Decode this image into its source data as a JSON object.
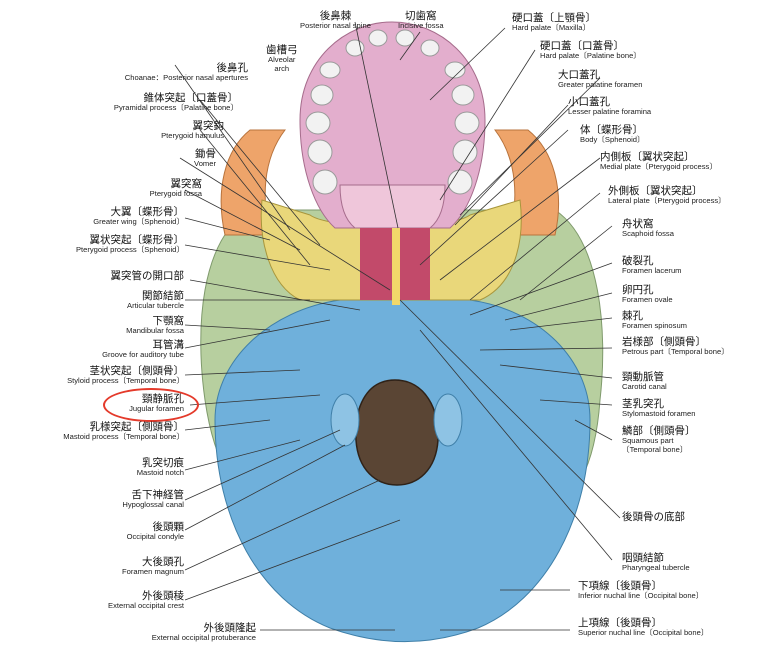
{
  "colors": {
    "occipital": "#6fb0db",
    "temporal": "#b7cf9f",
    "sphenoid": "#e9d77a",
    "palatine": "#e5b6cd",
    "maxilla": "#e3aecd",
    "zygomatic": "#eea46a",
    "vomer": "#f2d86a",
    "teeth": "#f2f2f2",
    "highlight": "#e43a2b",
    "leader": "#333333"
  },
  "labels": {
    "posterior_nasal_spine": {
      "jp": "後鼻棘",
      "en": "Posterior nasal spine"
    },
    "incisive_fossa": {
      "jp": "切歯窩",
      "en": "Incisive fossa"
    },
    "alveolar_arch": {
      "jp": "歯槽弓",
      "en1": "Alveolar",
      "en2": "arch"
    },
    "choanae": {
      "jp": "後鼻孔",
      "en": "Choanae：Posterior nasal apertures"
    },
    "pyramidal_process": {
      "jp": "錐体突起〔口蓋骨〕",
      "en": "Pyramidal process〔Palatine bone〕"
    },
    "pterygoid_hamulus": {
      "jp": "翼突鈎",
      "en": "Pterygoid hamulus"
    },
    "vomer": {
      "jp": "鋤骨",
      "en": "Vomer"
    },
    "pterygoid_fossa": {
      "jp": "翼突窩",
      "en": "Pterygoid fossa"
    },
    "greater_wing": {
      "jp": "大翼〔蝶形骨〕",
      "en": "Greater wing〔Sphenoid〕"
    },
    "pterygoid_process": {
      "jp": "翼状突起〔蝶形骨〕",
      "en": "Pterygoid process〔Sphenoid〕"
    },
    "pterygoid_canal": {
      "jp": "翼突管の開口部"
    },
    "articular_tubercle": {
      "jp": "関節結節",
      "en": "Articular tubercle"
    },
    "mandibular_fossa": {
      "jp": "下顎窩",
      "en": "Mandibular fossa"
    },
    "auditory_groove": {
      "jp": "耳管溝",
      "en": "Groove for auditory tube"
    },
    "styloid_process": {
      "jp": "茎状突起〔側頭骨〕",
      "en": "Styloid process〔Temporal bone〕"
    },
    "jugular_foramen": {
      "jp": "頸静脈孔",
      "en": "Jugular foramen"
    },
    "mastoid_process": {
      "jp": "乳様突起〔側頭骨〕",
      "en": "Mastoid process〔Temporal bone〕"
    },
    "mastoid_notch": {
      "jp": "乳突切痕",
      "en": "Mastoid notch"
    },
    "hypoglossal_canal": {
      "jp": "舌下神経管",
      "en": "Hypoglossal canal"
    },
    "occipital_condyle": {
      "jp": "後頭顆",
      "en": "Occipital condyle"
    },
    "foramen_magnum": {
      "jp": "大後頭孔",
      "en": "Foramen magnum"
    },
    "ext_occ_crest": {
      "jp": "外後頭稜",
      "en": "External occipital crest"
    },
    "ext_occ_protuberance": {
      "jp": "外後頭隆起",
      "en": "External occipital protuberance"
    },
    "hard_palate_maxilla": {
      "jp": "硬口蓋〔上顎骨〕",
      "en": "Hard palate〔Maxilla〕"
    },
    "hard_palate_palatine": {
      "jp": "硬口蓋〔口蓋骨〕",
      "en": "Hard palate〔Palatine bone〕"
    },
    "greater_palatine_foramen": {
      "jp": "大口蓋孔",
      "en": "Greater palatine foramen"
    },
    "lesser_palatine_foramina": {
      "jp": "小口蓋孔",
      "en": "Lesser palatine foramina"
    },
    "sphenoid_body": {
      "jp": "体〔蝶形骨〕",
      "en": "Body〔Sphenoid〕"
    },
    "medial_plate": {
      "jp": "内側板〔翼状突起〕",
      "en": "Medial plate〔Pterygoid process〕"
    },
    "lateral_plate": {
      "jp": "外側板〔翼状突起〕",
      "en": "Lateral plate〔Pterygoid process〕"
    },
    "scaphoid_fossa": {
      "jp": "舟状窩",
      "en": "Scaphoid fossa"
    },
    "foramen_lacerum": {
      "jp": "破裂孔",
      "en": "Foramen lacerum"
    },
    "foramen_ovale": {
      "jp": "卵円孔",
      "en": "Foramen ovale"
    },
    "foramen_spinosum": {
      "jp": "棘孔",
      "en": "Foramen spinosum"
    },
    "petrous_part": {
      "jp": "岩様部〔側頭骨〕",
      "en": "Petrous part〔Temporal bone〕"
    },
    "carotid_canal": {
      "jp": "頸動脈管",
      "en": "Carotid canal"
    },
    "stylomastoid_foramen": {
      "jp": "茎乳突孔",
      "en": "Stylomastoid foramen"
    },
    "squamous_part": {
      "jp": "鱗部〔側頭骨〕",
      "en1": "Squamous part",
      "en2": "〔Temporal bone〕"
    },
    "occipital_basilar": {
      "jp": "後頭骨の底部"
    },
    "pharyngeal_tubercle": {
      "jp": "咽頭結節",
      "en": "Pharyngeal tubercle"
    },
    "inferior_nuchal": {
      "jp": "下項線〔後頭骨〕",
      "en": "Inferior nuchal line〔Occipital bone〕"
    },
    "superior_nuchal": {
      "jp": "上項線〔後頭骨〕",
      "en": "Superior nuchal line〔Occipital bone〕"
    }
  }
}
